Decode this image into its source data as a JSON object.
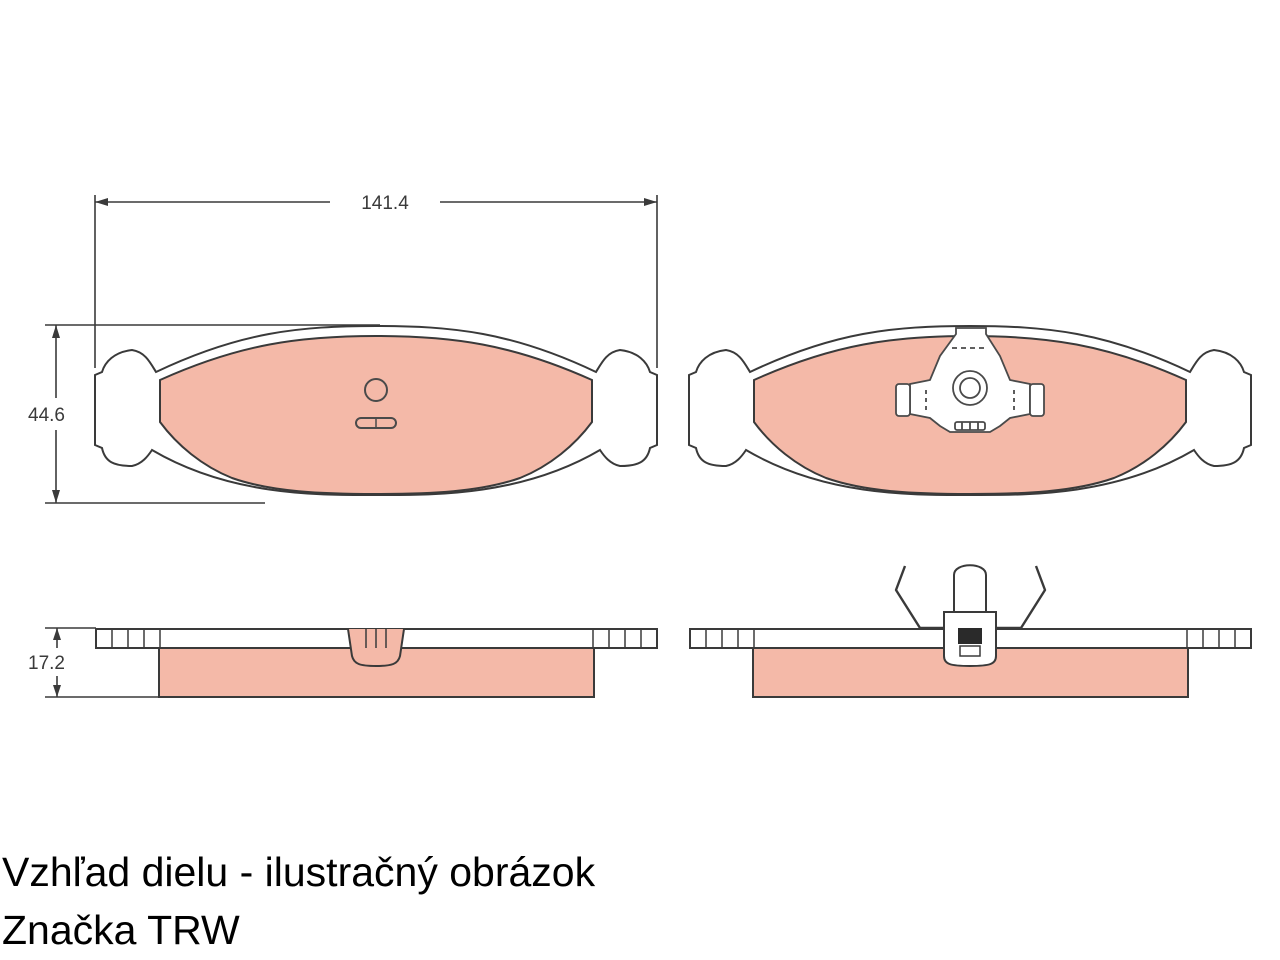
{
  "diagram": {
    "dimensions": {
      "width_label": "141.4",
      "height_label": "44.6",
      "thickness_label": "17.2"
    },
    "colors": {
      "pad_fill": "#f4b9a8",
      "outline": "#3a3a3a",
      "detail": "#4a4a4a"
    }
  },
  "caption": {
    "line1": "Vzhľad dielu - ilustračný obrázok",
    "line2": "Značka TRW"
  }
}
